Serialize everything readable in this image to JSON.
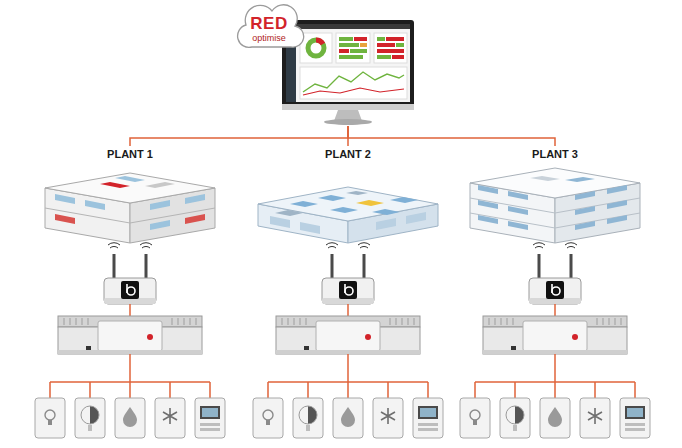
{
  "diagram": {
    "nodes": [
      {
        "text": [
          "RED",
          "optimise"
        ]
      },
      {
        "text": [
          "PLANT 1"
        ]
      },
      {
        "text": [
          "PLANT 2"
        ]
      },
      {
        "text": [
          "PLANT 3"
        ]
      }
    ],
    "edges": [
      {
        "from": 0,
        "to": 1,
        "arrow": "none"
      },
      {
        "from": 0,
        "to": 2,
        "arrow": "none"
      },
      {
        "from": 0,
        "to": 3,
        "arrow": "none"
      }
    ]
  }
}
